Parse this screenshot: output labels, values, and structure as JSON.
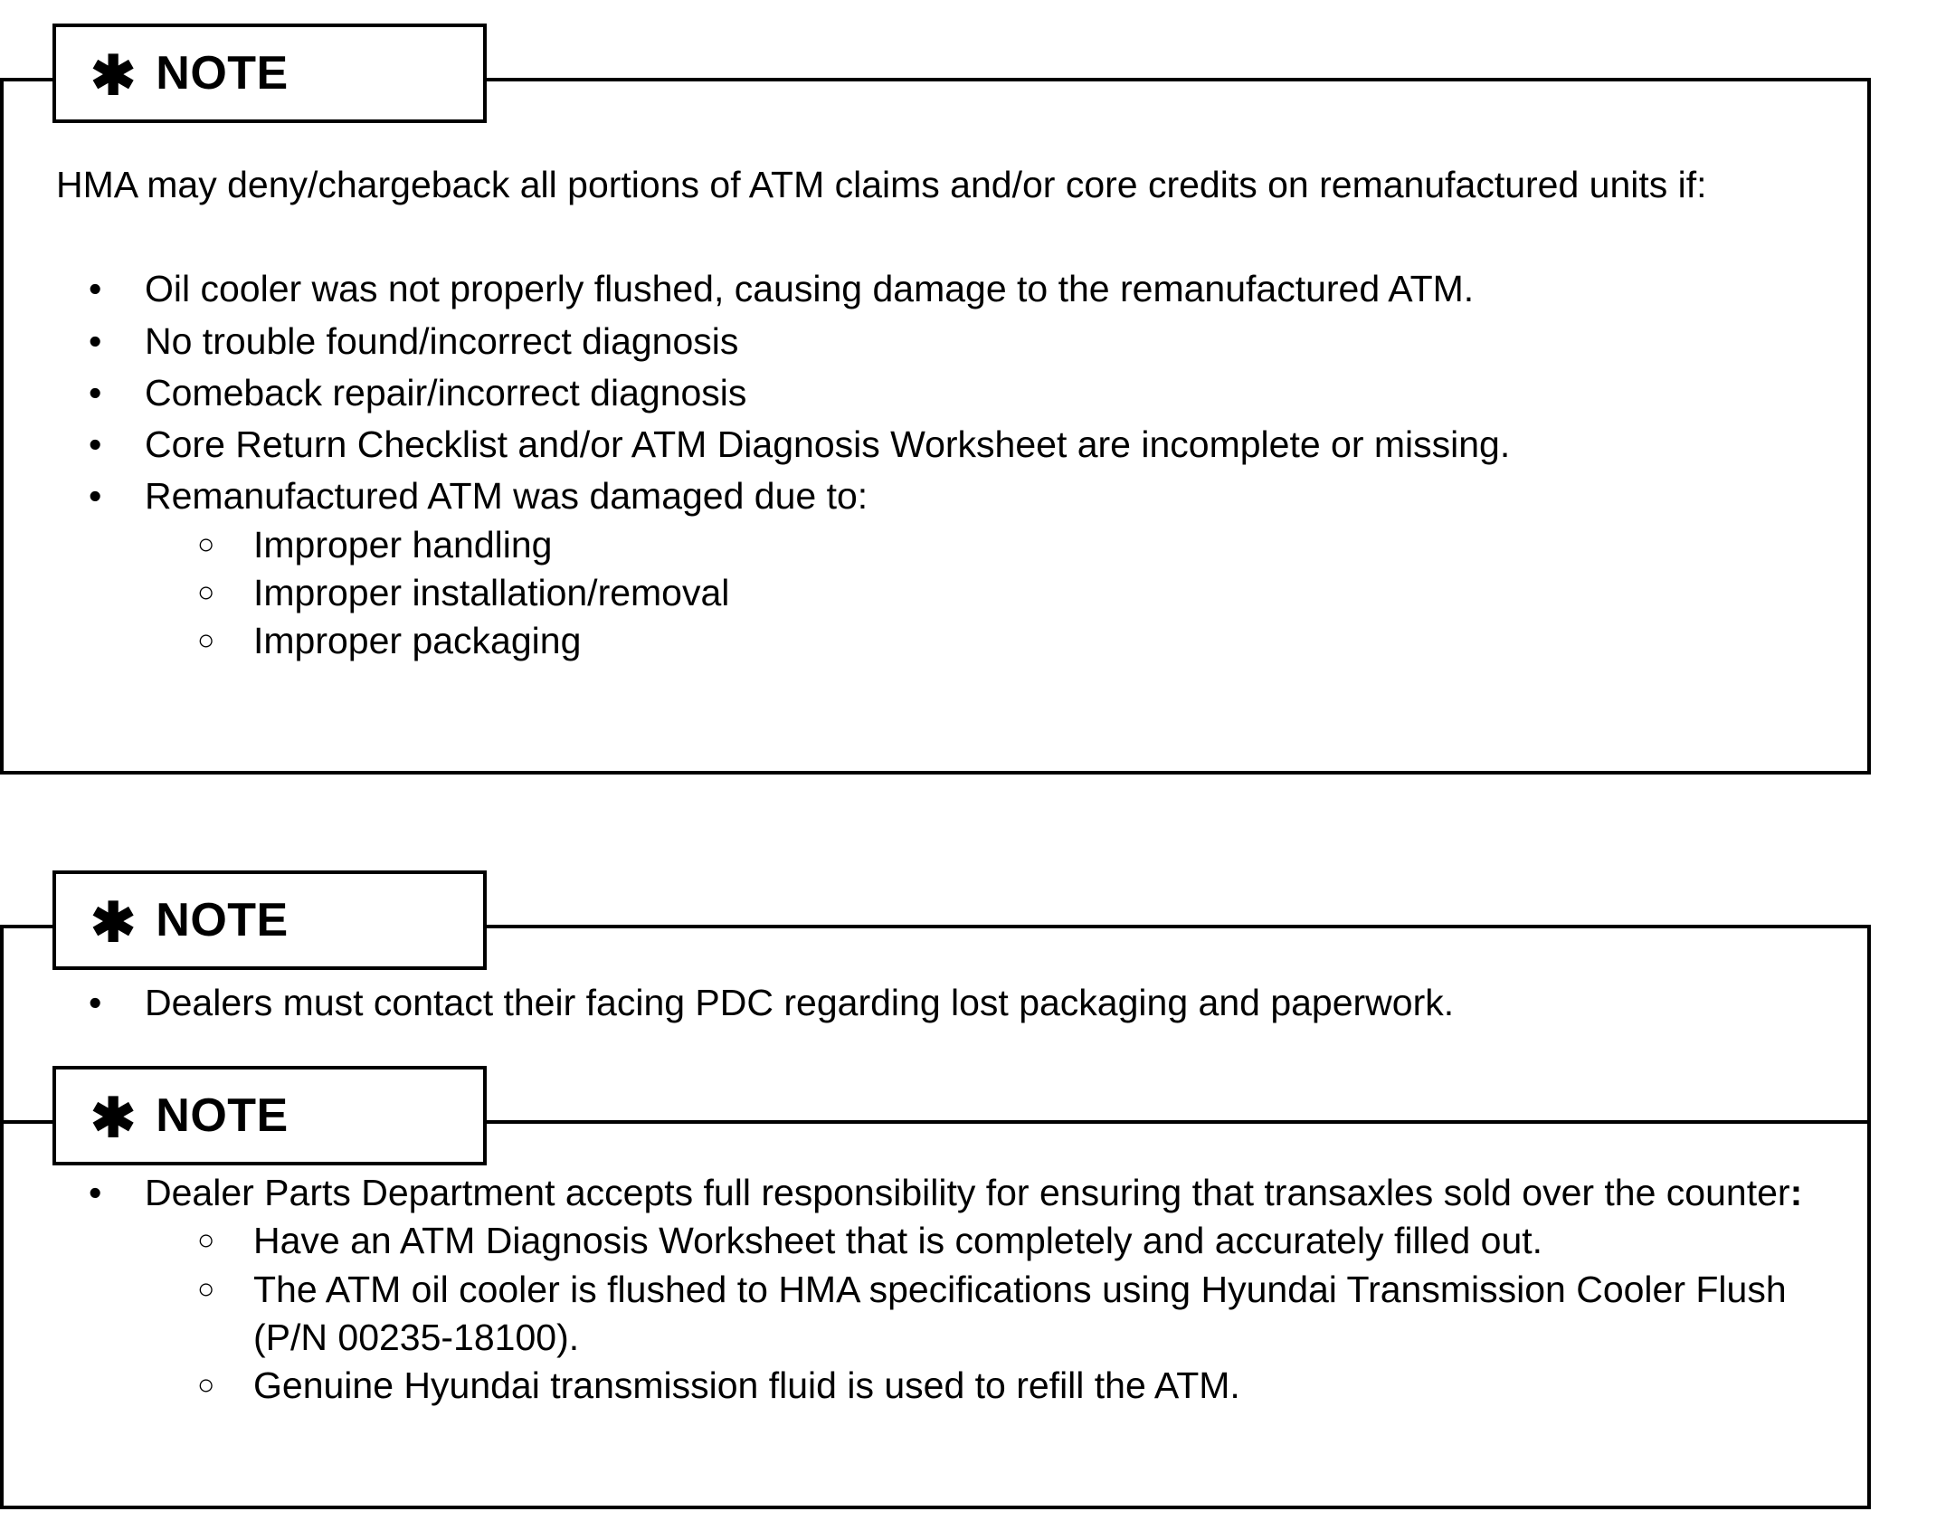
{
  "document": {
    "type": "technical-service-bulletin-notes",
    "icon": "asterisk-icon",
    "note_label": "NOTE"
  },
  "notes": [
    {
      "id": "note-1",
      "title": "NOTE",
      "intro": "HMA may deny/chargeback all portions of ATM claims and/or core credits on remanufactured units if:",
      "bullets": [
        {
          "text": "Oil cooler was not properly flushed, causing damage to the remanufactured ATM.",
          "sub": []
        },
        {
          "text": "No trouble found/incorrect diagnosis",
          "sub": []
        },
        {
          "text": "Comeback repair/incorrect diagnosis",
          "sub": []
        },
        {
          "text": "Core Return Checklist and/or ATM Diagnosis Worksheet are incomplete or missing.",
          "sub": []
        },
        {
          "text": "Remanufactured ATM was damaged due to:",
          "sub": [
            "Improper handling",
            "Improper installation/removal",
            "Improper packaging"
          ]
        }
      ]
    },
    {
      "id": "note-2",
      "title": "NOTE",
      "intro": "",
      "bullets": [
        {
          "text": "Dealers must contact their facing PDC regarding lost packaging and paperwork.",
          "sub": []
        }
      ]
    },
    {
      "id": "note-3",
      "title": "NOTE",
      "intro": "",
      "bullets": [
        {
          "text_prefix": "Dealer Parts Department accepts full responsibility for ensuring that transaxles sold over the counter",
          "text_colon": ":",
          "sub": [
            "Have an ATM Diagnosis Worksheet that is completely and accurately filled out.",
            "The ATM oil cooler is flushed to HMA specifications using Hyundai Transmission Cooler Flush (P/N 00235-18100).",
            "Genuine Hyundai transmission fluid is used to refill the ATM."
          ]
        }
      ]
    }
  ],
  "markers": {
    "bullet_level1": "•",
    "bullet_level2": "○",
    "asterisk": "✱"
  },
  "colors": {
    "text": "#000000",
    "background": "#ffffff",
    "border": "#000000"
  }
}
